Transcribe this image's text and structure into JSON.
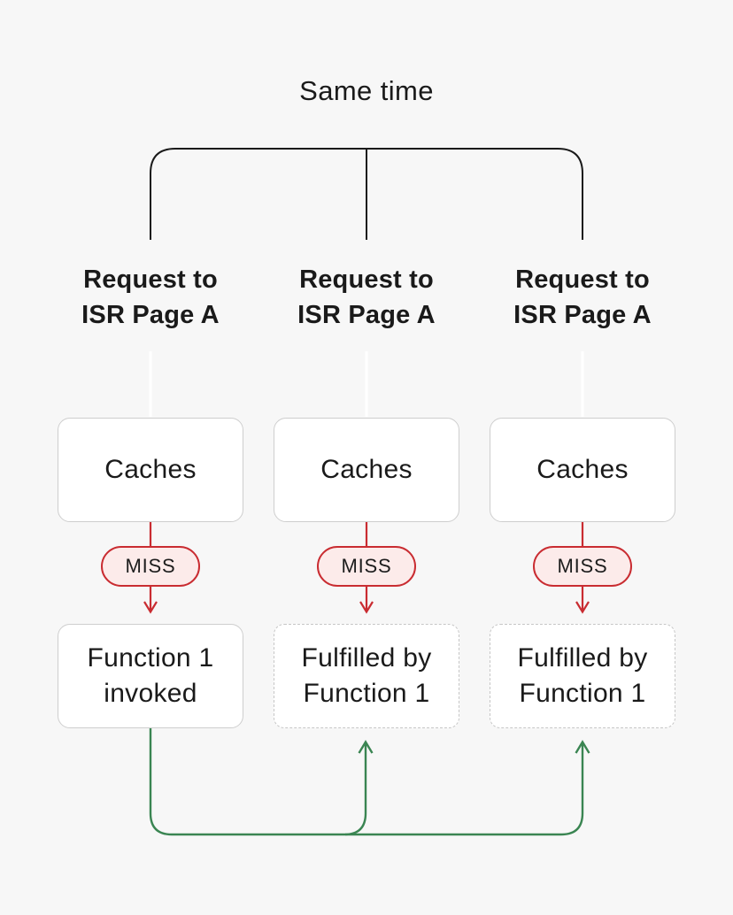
{
  "title": "Same time",
  "colors": {
    "background": "#f7f7f7",
    "bracket_line": "#1a1a1a",
    "drop_line": "#ffffff",
    "red": "#c92c31",
    "red_badge_bg": "#fcebea",
    "green": "#3a8552",
    "box_border": "#cecece",
    "dashed_border": "#c6c6c6",
    "text": "#1a1a1a"
  },
  "columns": [
    {
      "request_line1": "Request to",
      "request_line2": "ISR Page A",
      "cache_label": "Caches",
      "badge_label": "MISS",
      "result_line1": "Function 1",
      "result_line2": "invoked",
      "result_border": "solid"
    },
    {
      "request_line1": "Request to",
      "request_line2": "ISR Page A",
      "cache_label": "Caches",
      "badge_label": "MISS",
      "result_line1": "Fulfilled by",
      "result_line2": "Function 1",
      "result_border": "dashed"
    },
    {
      "request_line1": "Request to",
      "request_line2": "ISR Page A",
      "cache_label": "Caches",
      "badge_label": "MISS",
      "result_line1": "Fulfilled by",
      "result_line2": "Function 1",
      "result_border": "dashed"
    }
  ]
}
